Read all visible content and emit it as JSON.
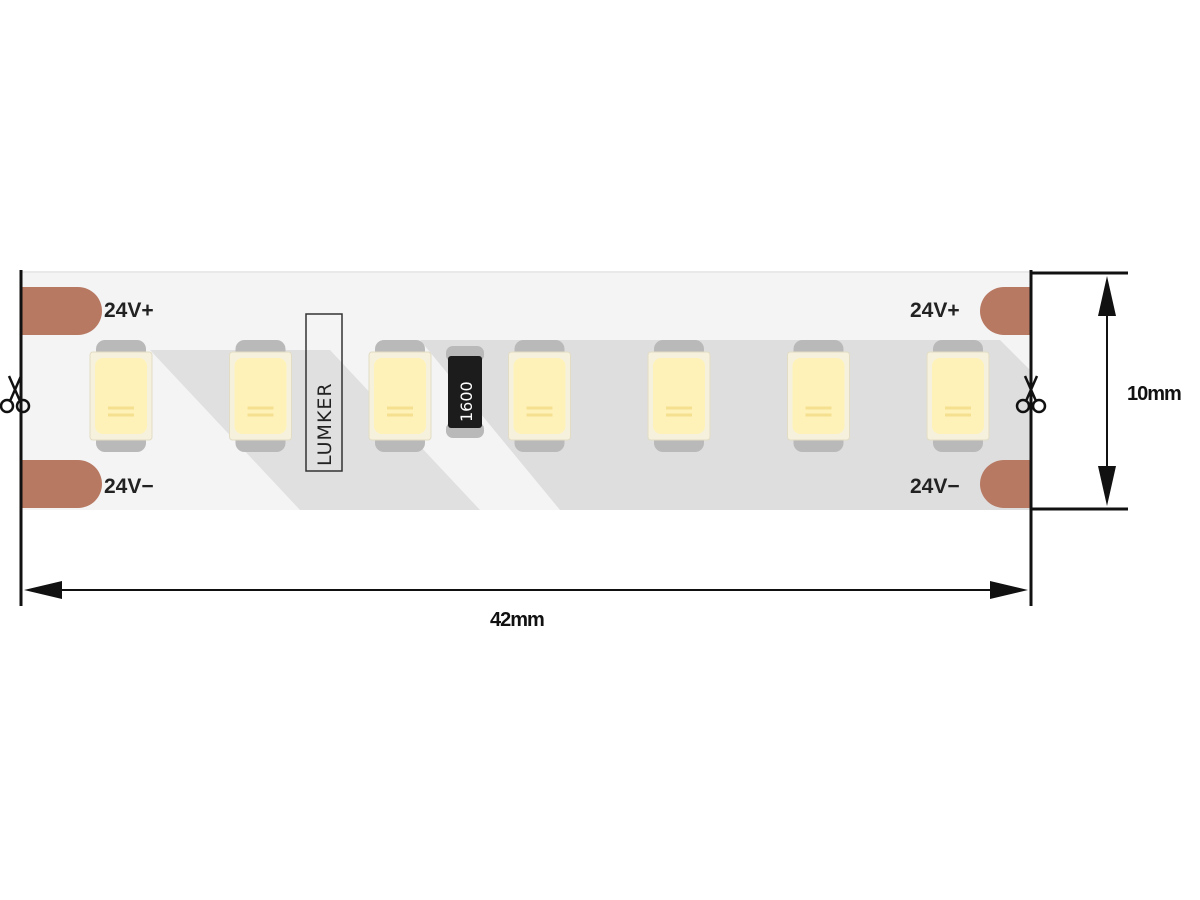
{
  "strip": {
    "pads": {
      "top_left": "24V+",
      "bottom_left": "24V−",
      "top_right": "24V+",
      "bottom_right": "24V−"
    },
    "logo": "LUMKER",
    "resistor_code": "1600",
    "led_count": 7,
    "colors": {
      "pcb": "#f4f4f4",
      "pcb_shadow": "#dcdcdc",
      "copper_pad": "#b87963",
      "led_body": "#f6f1dc",
      "led_phosphor": "#fff2b8",
      "led_cap": "#b9b9b9",
      "resistor": "#1c1c1c"
    },
    "cut_mark_icon": "scissors-icon"
  },
  "dimensions": {
    "length": "42mm",
    "width": "10mm"
  }
}
